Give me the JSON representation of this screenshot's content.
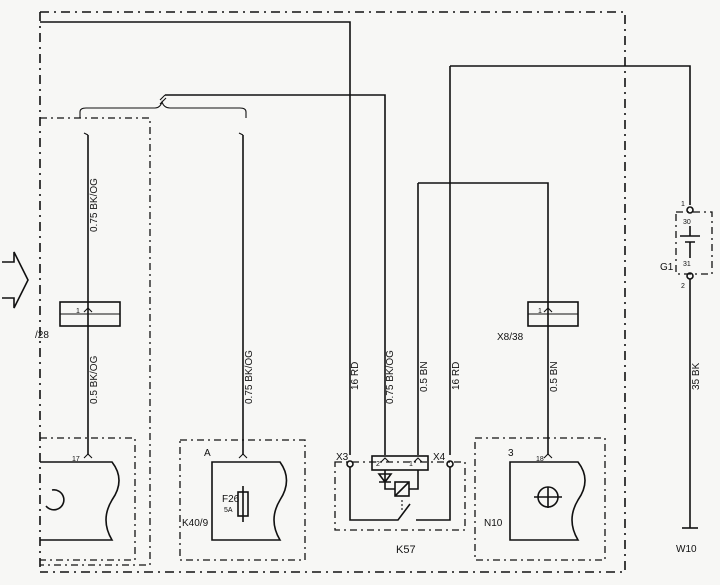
{
  "wires": {
    "w1": "0.75 BK/OG",
    "w2": "0.5 BK/OG",
    "w3": "0.75 BK/OG",
    "w4": "16 RD",
    "w5": "0.75 BK/OG",
    "w6": "0.5 BN",
    "w7": "16 RD",
    "w8": "0.5 BN",
    "w9": "35 BK"
  },
  "connectors": {
    "left": "/28",
    "right": "X8/38",
    "left_pin": "1",
    "right_pin": "1"
  },
  "components": {
    "k40": "K40/9",
    "fuse": "F26",
    "fuse_rating": "5A",
    "fuse_term": "A",
    "k57": "K57",
    "x3": "X3",
    "x4": "X4",
    "k57_pin2": "2",
    "k57_pin1": "1",
    "n10": "N10",
    "n10_term": "3",
    "n10_pin": "18",
    "left_pin": "17",
    "g1": "G1",
    "g1_pin1": "1",
    "g1_pin2": "2",
    "g1_term30": "30",
    "g1_term31": "31",
    "w10": "W10"
  }
}
